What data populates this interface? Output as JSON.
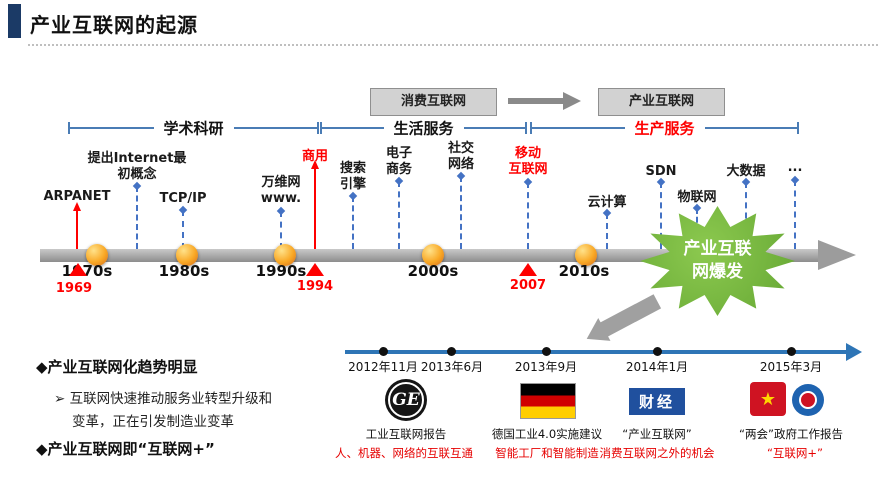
{
  "slide": {
    "title": "产业互联网的起源"
  },
  "flow": {
    "from": "消费互联网",
    "to": "产业互联网"
  },
  "phases": [
    {
      "label": "学术科研"
    },
    {
      "label": "生活服务"
    },
    {
      "label": "生产服务"
    }
  ],
  "timeline": {
    "decades": [
      "1970s",
      "1980s",
      "1990s",
      "2000s",
      "2010s"
    ],
    "milestones": [
      {
        "year": "1969"
      },
      {
        "year": "1994"
      },
      {
        "year": "2007"
      }
    ],
    "events": [
      {
        "label": "ARPANET"
      },
      {
        "label": "提出Internet最\n初概念"
      },
      {
        "label": "TCP/IP"
      },
      {
        "label": "万维网\nwww."
      },
      {
        "label": "商用"
      },
      {
        "label": "搜索\n引擎"
      },
      {
        "label": "电子\n商务"
      },
      {
        "label": "社交\n网络"
      },
      {
        "label": "移动\n互联网"
      },
      {
        "label": "云计算"
      },
      {
        "label": "SDN"
      },
      {
        "label": "物联网"
      },
      {
        "label": "大数据"
      },
      {
        "label": "..."
      }
    ],
    "burst": "产业互联\n网爆发"
  },
  "insights": {
    "point1": "◆产业互联网化趋势明显",
    "detail1": "➢ 互联网快速推动服务业转型升级和",
    "detail2": "变革，正在引发制造业变革",
    "point2": "◆产业互联网即“互联网+”"
  },
  "subtimeline": {
    "dates": [
      "2012年11月",
      "2013年6月",
      "2013年9月",
      "2014年1月",
      "2015年3月"
    ],
    "items": [
      {
        "logo_text": "GE",
        "caption": "工业互联网报告",
        "note": "人、机器、网络的互联互通"
      },
      {
        "logo_text": "",
        "caption": "德国工业4.0实施建议",
        "note": "智能工厂和智能制造"
      },
      {
        "logo_text": "财经",
        "caption": "“产业互联网”",
        "note": "消费互联网之外的机会"
      },
      {
        "logo_text": "★",
        "caption": "“两会”政府工作报告",
        "note": "“互联网+”"
      }
    ]
  },
  "colors": {
    "accent_navy": "#1b3a66",
    "highlight_red": "#fe0000",
    "event_blue": "#4472c4",
    "burst_green": "#74b046",
    "subline_blue": "#2e75b6",
    "node_orange": "#f9a825",
    "bar_gray": "#9c9c9c"
  }
}
